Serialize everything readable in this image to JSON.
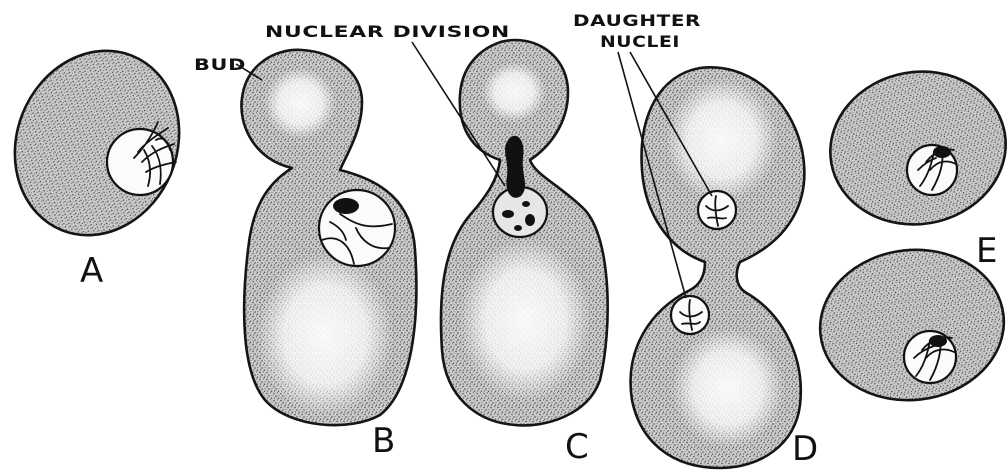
{
  "labels": {
    "bud": "BUD",
    "nuclear_division": "NUCLEAR DIVISION",
    "daughter_nuclei_line1": "DAUGHTER",
    "daughter_nuclei_line2": "NUCLEI"
  },
  "stages": {
    "a": "A",
    "b": "B",
    "c": "C",
    "d": "D",
    "e": "E"
  }
}
